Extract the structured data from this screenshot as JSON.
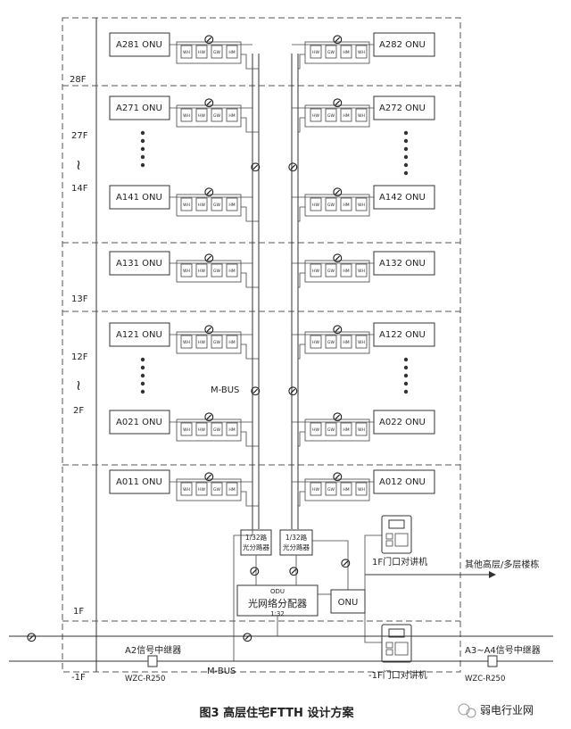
{
  "floors": {
    "f28": "28F",
    "f27": "27F",
    "f14": "14F",
    "f13": "13F",
    "f12": "12F",
    "f2": "2F",
    "f1": "1F",
    "fb1": "-1F",
    "tilde": "≀"
  },
  "onu_left": [
    {
      "label": "A281 ONU"
    },
    {
      "label": "A271 ONU"
    },
    {
      "label": "A141 ONU"
    },
    {
      "label": "A131 ONU"
    },
    {
      "label": "A121 ONU"
    },
    {
      "label": "A021 ONU"
    },
    {
      "label": "A011 ONU"
    }
  ],
  "onu_right": [
    {
      "label": "A282 ONU"
    },
    {
      "label": "A272 ONU"
    },
    {
      "label": "A142 ONU"
    },
    {
      "label": "A132 ONU"
    },
    {
      "label": "A122 ONU"
    },
    {
      "label": "A022 ONU"
    },
    {
      "label": "A012 ONU"
    }
  ],
  "meters": {
    "left": [
      "WH",
      "HW",
      "GW",
      "HM"
    ],
    "right": [
      "HW",
      "GW",
      "HM",
      "WH"
    ]
  },
  "bus": {
    "mbus_mid": "M-BUS",
    "mbus_bottom": "M-BUS"
  },
  "splitter_left": {
    "line1": "1/32路",
    "line2": "光分路器"
  },
  "splitter_right": {
    "line1": "1/32路",
    "line2": "光分路器"
  },
  "odu": {
    "tag": "ODU",
    "name": "光网络分配器",
    "ratio": "1:32"
  },
  "onu_main": "ONU",
  "intercom_1f": "1F门口对讲机",
  "intercom_b1": "-1F门口对讲机",
  "other_buildings": "其他高层/多层楼栋",
  "repeater_a2": {
    "name": "A2信号中继器",
    "model": "WZC-R250"
  },
  "repeater_a3": {
    "name": "A3~A4信号中继器",
    "model": "WZC-R250"
  },
  "caption": "图3 高层住宅FTTH 设计方案",
  "watermark": "弱电行业网"
}
